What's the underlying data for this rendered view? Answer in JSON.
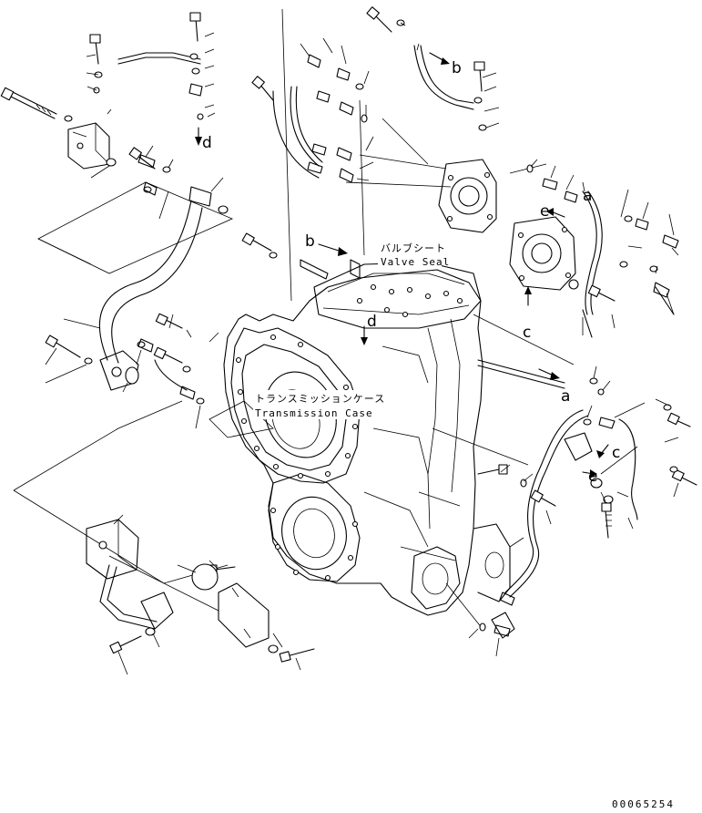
{
  "labels": {
    "valve_seal_jp": "バルブシート",
    "valve_seal_en": "Valve Seal",
    "transmission_case_jp": "トランスミッションケース",
    "transmission_case_en": "Transmission Case"
  },
  "reference_marks": {
    "a": "a",
    "b": "b",
    "c": "c",
    "d": "d",
    "e": "e"
  },
  "drawing_code": "00065254"
}
